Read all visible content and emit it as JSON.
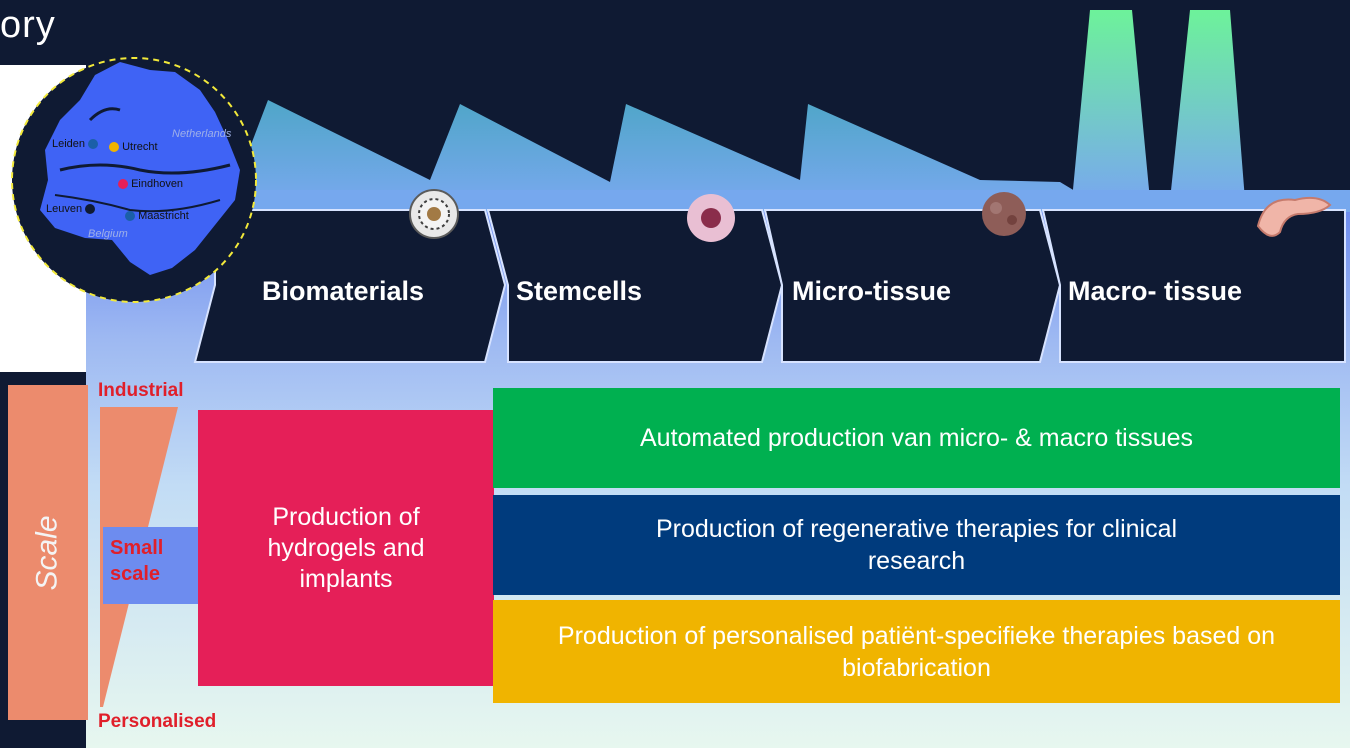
{
  "title": "ory",
  "map": {
    "country_nl": "Netherlands",
    "country_be": "Belgium",
    "cities": [
      {
        "name": "Leiden",
        "color": "#1a5fa8"
      },
      {
        "name": "Utrecht",
        "color": "#f0b400"
      },
      {
        "name": "Eindhoven",
        "color": "#e51f58"
      },
      {
        "name": "Leuven",
        "color": "#0f1a33"
      },
      {
        "name": "Maastricht",
        "color": "#1a5fa8"
      }
    ]
  },
  "stages": [
    "Biomaterials",
    "Stemcells",
    "Micro-tissue",
    "Macro- tissue"
  ],
  "scale": {
    "axis_label": "Scale",
    "top": "Industrial",
    "middle": "Small scale",
    "middle_line1": "Small",
    "middle_line2": "scale",
    "bottom": "Personalised"
  },
  "production": {
    "hydrogels": "Production of hydrogels and implants",
    "automated": "Automated production van micro- & macro tissues",
    "regenerative": "Production of regenerative therapies for clinical research",
    "personalised": "Production of personalised patiënt-specifieke therapies based on biofabrication"
  },
  "colors": {
    "green": "#00b050",
    "blue": "#003b7d",
    "yellow": "#f0b400",
    "pink": "#e51f58",
    "salmon": "#ec8b6d",
    "red_text": "#e01f2a"
  }
}
